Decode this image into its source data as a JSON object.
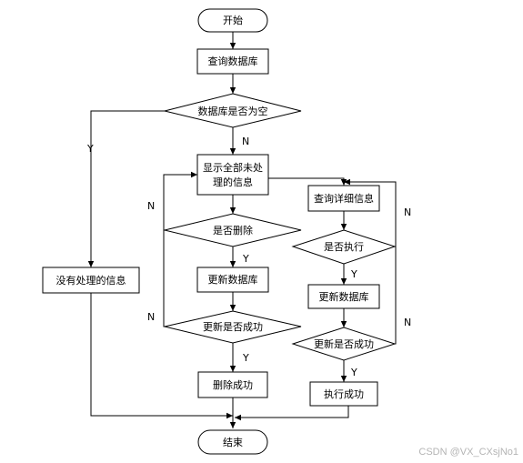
{
  "nodes": {
    "start": "开始",
    "query_db": "查询数据库",
    "db_empty": "数据库是否为空",
    "show_unprocessed_1": "显示全部未处",
    "show_unprocessed_2": "理的信息",
    "no_info": "没有处理的信息",
    "is_delete": "是否删除",
    "update_db_left": "更新数据库",
    "update_ok_left": "更新是否成功",
    "delete_ok": "删除成功",
    "query_detail": "查询详细信息",
    "is_execute": "是否执行",
    "update_db_right": "更新数据库",
    "update_ok_right": "更新是否成功",
    "execute_ok": "执行成功",
    "end": "结束"
  },
  "edge_labels": {
    "db_empty_no": "N",
    "db_empty_yes": "Y",
    "is_delete_yes": "Y",
    "is_delete_no": "N",
    "update_left_no": "N",
    "update_left_yes": "Y",
    "is_execute_yes": "Y",
    "is_execute_no": "N",
    "update_right_no": "N",
    "update_right_yes": "Y"
  },
  "watermark": "CSDN @VX_CXsjNo1"
}
